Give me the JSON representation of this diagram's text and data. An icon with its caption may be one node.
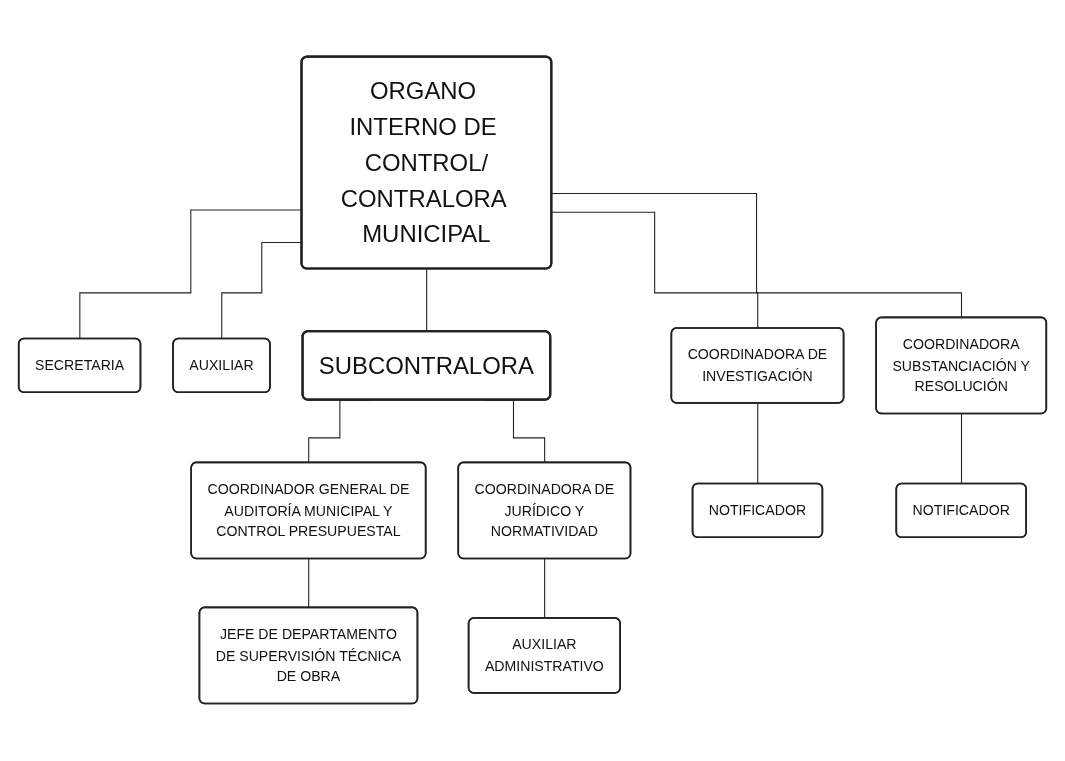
{
  "diagram": {
    "nodes": [
      {
        "text": [
          "ORGANO INTERNO DE CONTROL/ CONTRALORA MUNICIPAL"
        ]
      },
      {
        "text": [
          "SECRETARIA"
        ]
      },
      {
        "text": [
          "AUXILIAR"
        ]
      },
      {
        "text": [
          "SUBCONTRALORA"
        ]
      },
      {
        "text": [
          "COORDINADORA DE INVESTIGACIÓN"
        ]
      },
      {
        "text": [
          "COORDINADORA SUBSTANCIACIÓN Y RESOLUCIÓN"
        ]
      },
      {
        "text": [
          "COORDINADOR GENERAL DE AUDITORÍA MUNICIPAL Y CONTROL PRESUPUESTAL"
        ]
      },
      {
        "text": [
          "COORDINADORA DE JURÍDICO Y NORMATIVIDAD"
        ]
      },
      {
        "text": [
          "NOTIFICADOR"
        ]
      },
      {
        "text": [
          "NOTIFICADOR"
        ]
      },
      {
        "text": [
          "JEFE DE DEPARTAMENTO DE SUPERVISIÓN TÉCNICA DE OBRA"
        ]
      },
      {
        "text": [
          "AUXILIAR ADMINISTRATIVO"
        ]
      }
    ],
    "edges": [
      {
        "from": 0,
        "to": 1,
        "arrow": "none"
      },
      {
        "from": 0,
        "to": 2,
        "arrow": "none"
      },
      {
        "from": 0,
        "to": 3,
        "arrow": "none"
      },
      {
        "from": 0,
        "to": 4,
        "arrow": "none"
      },
      {
        "from": 0,
        "to": 5,
        "arrow": "none"
      },
      {
        "from": 3,
        "to": 6,
        "arrow": "none"
      },
      {
        "from": 3,
        "to": 7,
        "arrow": "none"
      },
      {
        "from": 4,
        "to": 8,
        "arrow": "none"
      },
      {
        "from": 5,
        "to": 9,
        "arrow": "none"
      },
      {
        "from": 6,
        "to": 10,
        "arrow": "none"
      },
      {
        "from": 7,
        "to": 11,
        "arrow": "none"
      }
    ]
  }
}
